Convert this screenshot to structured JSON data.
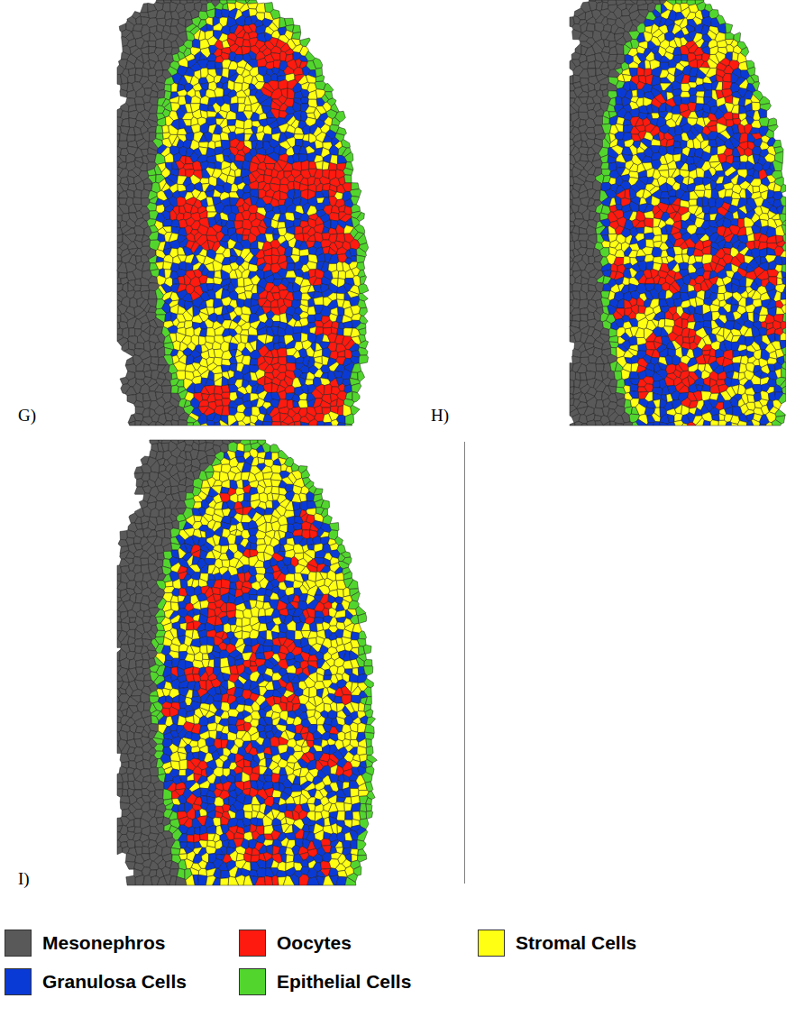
{
  "diagram": {
    "labels": [
      "G)",
      "H)",
      "I)"
    ],
    "legend": [
      {
        "text": "Mesonephros",
        "color": "#595959"
      },
      {
        "text": "Oocytes",
        "color": "#ff1a0f"
      },
      {
        "text": "Stromal Cells",
        "color": "#ffff14"
      },
      {
        "text": "Granulosa Cells",
        "color": "#0a3ad6"
      },
      {
        "text": "Epithelial Cells",
        "color": "#52d62e"
      }
    ]
  }
}
